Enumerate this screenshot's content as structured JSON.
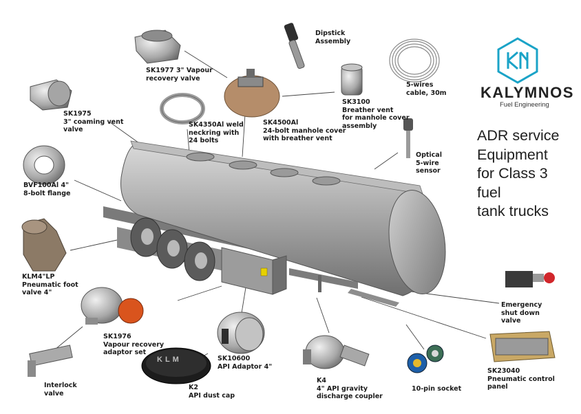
{
  "brand": {
    "name": "KALYMNOS",
    "tagline": "Fuel Engineering",
    "color": "#1aa3c7"
  },
  "headline": [
    "ADR service",
    "Equipment",
    "for Class 3",
    "fuel",
    "tank trucks"
  ],
  "cap_marking": "KLM",
  "parts": [
    {
      "id": "sk1977",
      "lines": [
        "SK1977 3\" Vapour",
        "recovery valve"
      ]
    },
    {
      "id": "dipstick",
      "lines": [
        "Dipstick",
        "Assembly"
      ]
    },
    {
      "id": "wires",
      "lines": [
        "5-wires",
        "cable, 30m"
      ]
    },
    {
      "id": "sk1975",
      "lines": [
        "SK1975",
        "3\" coaming vent",
        "valve"
      ]
    },
    {
      "id": "sk3100",
      "lines": [
        "SK3100",
        "Breather vent",
        "for manhole cover",
        "assembly"
      ]
    },
    {
      "id": "sk4350",
      "lines": [
        "SK4350Al weld",
        "neckring with",
        "24 bolts"
      ]
    },
    {
      "id": "sk4500",
      "lines": [
        "SK4500Al",
        "24-bolt manhole cover",
        "with breather vent"
      ]
    },
    {
      "id": "optical",
      "lines": [
        "Optical",
        "5-wire",
        "sensor"
      ]
    },
    {
      "id": "bvf100",
      "lines": [
        "BVF100Al 4\"",
        "8-bolt flange"
      ]
    },
    {
      "id": "klm4lp",
      "lines": [
        "KLM4\"LP",
        "Pneumatic foot",
        "valve 4\""
      ]
    },
    {
      "id": "emergency",
      "lines": [
        "Emergency",
        "shut down",
        "valve"
      ]
    },
    {
      "id": "sk1976",
      "lines": [
        "SK1976",
        "Vapour recovery",
        "adaptor set"
      ]
    },
    {
      "id": "sk10600",
      "lines": [
        "SK10600",
        "API Adaptor 4\""
      ]
    },
    {
      "id": "sk23040",
      "lines": [
        "SK23040",
        "Pneumatic control",
        "panel"
      ]
    },
    {
      "id": "k4",
      "lines": [
        "K4",
        "4\" API gravity",
        "discharge coupler"
      ]
    },
    {
      "id": "socket",
      "lines": [
        "10-pin socket"
      ]
    },
    {
      "id": "interlock",
      "lines": [
        "Interlock",
        "valve"
      ]
    },
    {
      "id": "k2",
      "lines": [
        "K2",
        "API dust cap"
      ]
    }
  ]
}
